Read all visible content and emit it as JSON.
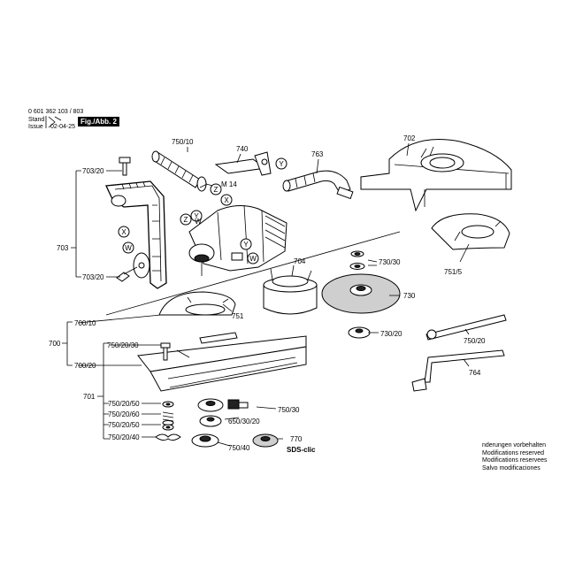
{
  "header": {
    "part_number": "0 601 362 103 / 803",
    "stand_label": "Stand",
    "issue_label": "Issue",
    "issue_date": "02-04-25",
    "figure_label": "Fig./Abb. 2"
  },
  "diagram": {
    "labels": {
      "l_750_10": "750/10",
      "l_740": "740",
      "l_763": "763",
      "l_702": "702",
      "l_703_20_top": "703/20",
      "l_703": "703",
      "l_703_20_bot": "703/20",
      "l_m14": "M 14",
      "l_704": "704",
      "l_730_30": "730/30",
      "l_751_5": "751/5",
      "l_730": "730",
      "l_751": "751",
      "l_730_20": "730/20",
      "l_700_10": "700/10",
      "l_700": "700",
      "l_750_20_30": "750/20/30",
      "l_700_20": "700/20",
      "l_750_20": "750/20",
      "l_764": "764",
      "l_701": "701",
      "l_750_20_50a": "750/20/50",
      "l_750_20_60": "750/20/60",
      "l_750_20_50b": "750/20/50",
      "l_750_20_40": "750/20/40",
      "l_750_30": "750/30",
      "l_650_30_20": "650/30/20",
      "l_770": "770",
      "l_750_40": "750/40",
      "l_sds": "SDS-clic"
    },
    "markers": {
      "y1": "Y",
      "z1": "Z",
      "x1": "X",
      "y2": "Y",
      "z2": "Z",
      "w1": "W",
      "y3": "Y",
      "x2": "X",
      "w2": "W",
      "w3": "W"
    }
  },
  "notes": [
    "nderungen vorbehalten",
    "Modifications reserved",
    "Modifications reservees",
    "Salvo modificaciones"
  ]
}
